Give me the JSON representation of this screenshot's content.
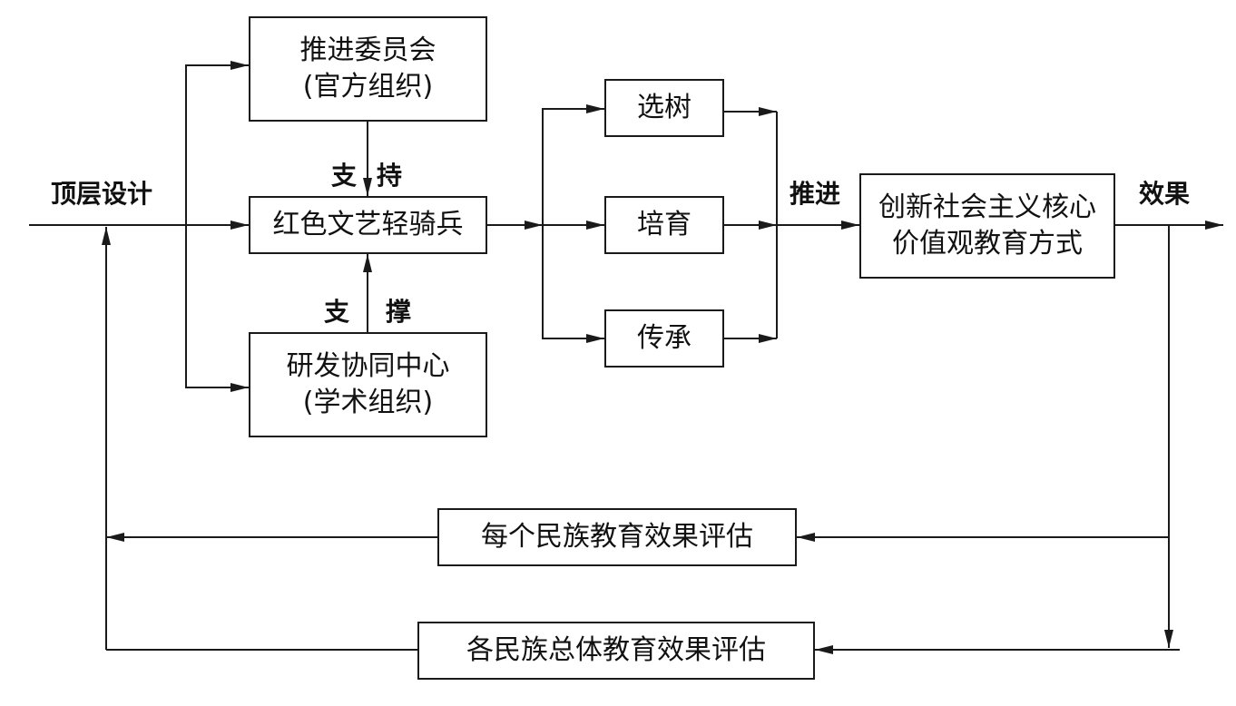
{
  "labels": {
    "top_design": "顶层设计",
    "support_top_left": "支",
    "support_top_right": "持",
    "support_bottom_left": "支",
    "support_bottom_right": "撑",
    "promote": "推进",
    "effect": "效果"
  },
  "boxes": {
    "committee": {
      "line1": "推进委员会",
      "line2": "(官方组织)"
    },
    "cavalry": {
      "line1": "红色文艺轻骑兵"
    },
    "center": {
      "line1": "研发协同中心",
      "line2": "(学术组织)"
    },
    "select": {
      "line1": "选树"
    },
    "cultivate": {
      "line1": "培育"
    },
    "inherit": {
      "line1": "传承"
    },
    "innovation": {
      "line1": "创新社会主义核心",
      "line2": "价值观教育方式"
    },
    "eval_each": {
      "line1": "每个民族教育效果评估"
    },
    "eval_overall": {
      "line1": "各民族总体教育效果评估"
    }
  }
}
